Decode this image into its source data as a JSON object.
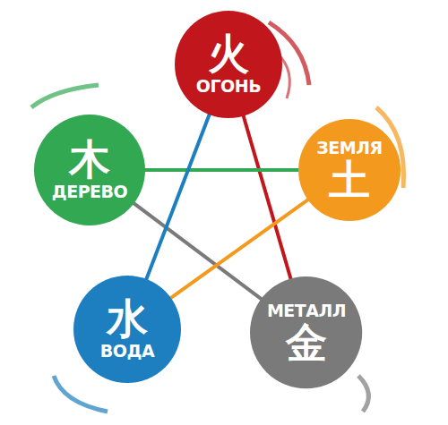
{
  "diagram": {
    "nodes": [
      {
        "text": [
          "火",
          "ОГОНЬ"
        ]
      },
      {
        "text": [
          "木",
          "ДЕРЕВО"
        ]
      },
      {
        "text": [
          "ЗЕМЛЯ",
          "土"
        ]
      },
      {
        "text": [
          "水",
          "ВОДА"
        ]
      },
      {
        "text": [
          "МЕТАЛЛ",
          "金"
        ]
      }
    ],
    "edges": [
      {
        "from": 0,
        "to": 4,
        "arrow": "none"
      },
      {
        "from": 4,
        "to": 1,
        "arrow": "none"
      },
      {
        "from": 1,
        "to": 2,
        "arrow": "none"
      },
      {
        "from": 2,
        "to": 3,
        "arrow": "none"
      },
      {
        "from": 3,
        "to": 0,
        "arrow": "none"
      }
    ]
  }
}
